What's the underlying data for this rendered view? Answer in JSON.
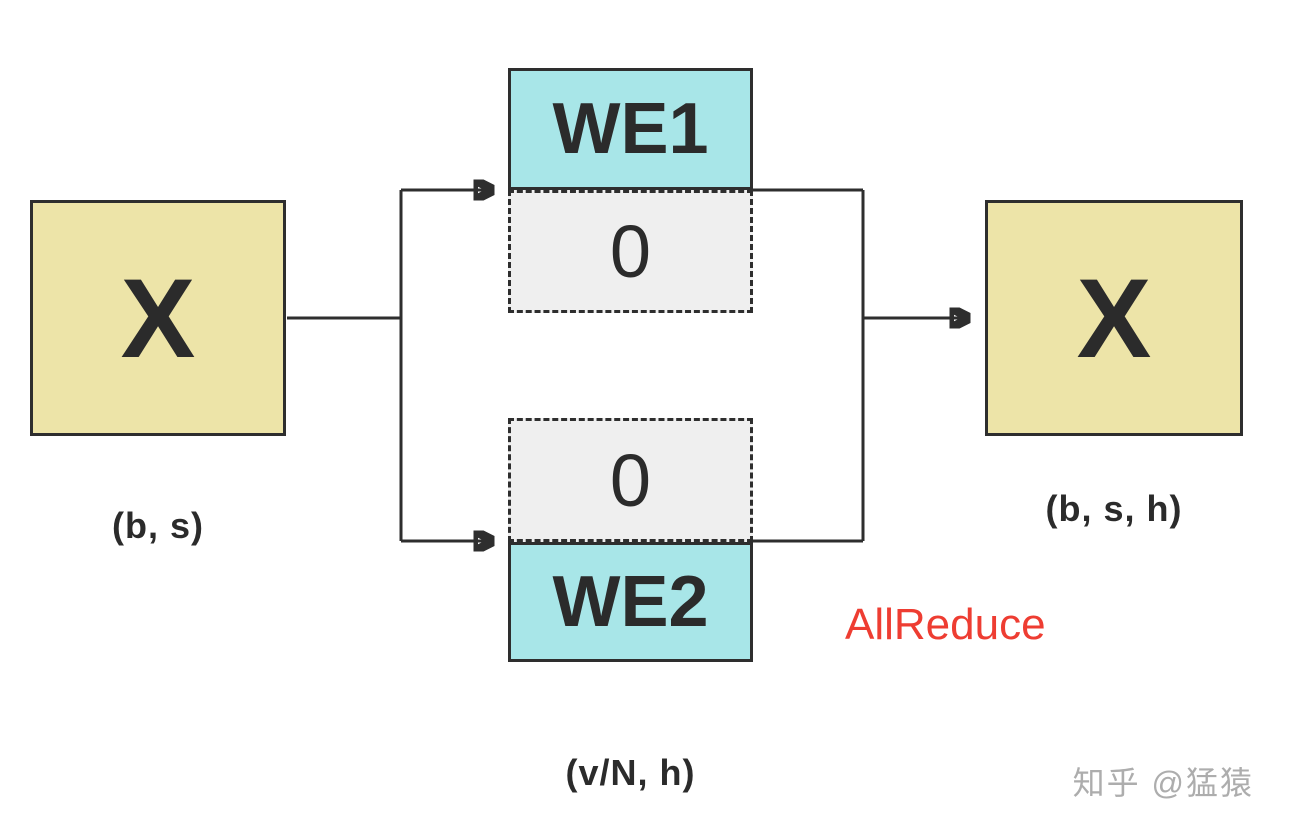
{
  "diagram": {
    "left_box": {
      "label": "X",
      "shape_label": "(b, s)"
    },
    "top_stack": {
      "we_label": "WE1",
      "zero_label": "0"
    },
    "bottom_stack": {
      "zero_label": "0",
      "we_label": "WE2"
    },
    "right_box": {
      "label": "X",
      "shape_label": "(b, s, h)"
    },
    "allreduce_label": "AllReduce",
    "middle_shape_label": "(v/N, h)",
    "watermark": "知乎 @猛猿",
    "colors": {
      "box-yellow": "#EDE4A8",
      "box-cyan": "#A8E6E8",
      "box-gray": "#EFEFEF",
      "line": "#2E2E2E",
      "text": "#2B2B2B",
      "red": "#EE3D32",
      "watermark-gray": "#ADADAD"
    }
  }
}
